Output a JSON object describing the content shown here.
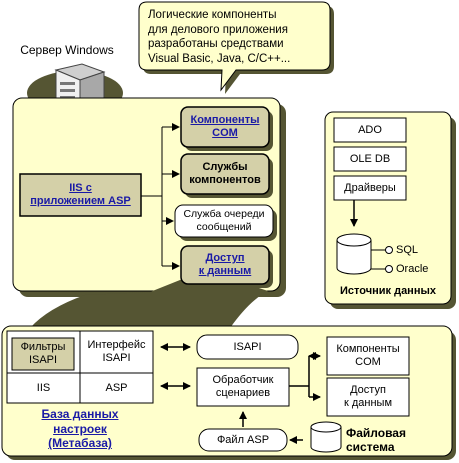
{
  "colors": {
    "panel_fill": "#FFFFCC",
    "shadow": "#555533",
    "box_tan": "#D4D0A8",
    "box_white": "#FFFFFF",
    "link_blue": "#1A1AA6",
    "callout_fill": "#FFFFCC"
  },
  "icons": {
    "server": "server-computer-icon",
    "database": "database-cylinder-icon"
  },
  "callout": {
    "lines": [
      "Логические компоненты",
      "для делового приложения",
      "разработаны средствами",
      "Visual Basic, Java, C/C++..."
    ]
  },
  "server_label": "Сервер Windows",
  "top_panel": {
    "iis_app": [
      "IIS с",
      "приложением ASP"
    ],
    "com_components": [
      "Компоненты",
      "COM"
    ],
    "component_services": [
      "Службы",
      "компонентов"
    ],
    "message_queue": [
      "Служба очереди",
      "сообщений"
    ],
    "data_access": [
      "Доступ",
      "к данным"
    ]
  },
  "data_source": {
    "ado": "ADO",
    "oledb": "OLE DB",
    "drivers": "Драйверы",
    "sql": "SQL",
    "oracle": "Oracle",
    "caption": "Источник данных"
  },
  "bottom_panel": {
    "isapi_filters": [
      "Фильтры",
      "ISAPI"
    ],
    "isapi_interface": [
      "Интерфейс",
      "ISAPI"
    ],
    "iis": "IIS",
    "asp": "ASP",
    "metabase": [
      "База данных",
      "настроек",
      "(Метабаза)"
    ],
    "isapi": "ISAPI",
    "script_handler": [
      "Обработчик",
      "сценариев"
    ],
    "com_components": [
      "Компоненты",
      "COM"
    ],
    "data_access": [
      "Доступ",
      "к данным"
    ],
    "asp_file": "Файл ASP",
    "file_system": [
      "Файловая",
      "система"
    ]
  }
}
